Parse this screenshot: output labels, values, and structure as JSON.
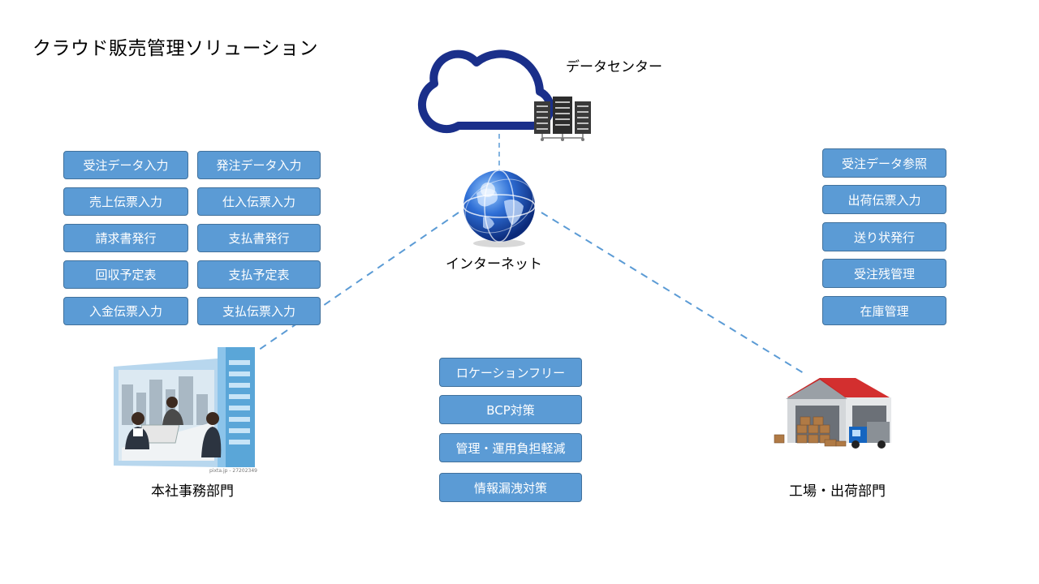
{
  "title": "クラウド販売管理ソリューション",
  "datacenter_label": "データセンター",
  "internet_label": "インターネット",
  "office_label": "本社事務部門",
  "factory_label": "工場・出荷部門",
  "office_photo_caption": "pixta.jp - 27202349",
  "office_functions": {
    "left": [
      "受注データ入力",
      "売上伝票入力",
      "請求書発行",
      "回収予定表",
      "入金伝票入力"
    ],
    "right": [
      "発注データ入力",
      "仕入伝票入力",
      "支払書発行",
      "支払予定表",
      "支払伝票入力"
    ]
  },
  "factory_functions": [
    "受注データ参照",
    "出荷伝票入力",
    "送り状発行",
    "受注残管理",
    "在庫管理"
  ],
  "benefits": [
    "ロケーションフリー",
    "BCP対策",
    "管理・運用負担軽減",
    "情報漏洩対策"
  ],
  "colors": {
    "button_fill": "#5b9bd5",
    "button_border": "#41719c",
    "cloud": "#1a2f8a",
    "dashed_line": "#5b9bd5"
  }
}
